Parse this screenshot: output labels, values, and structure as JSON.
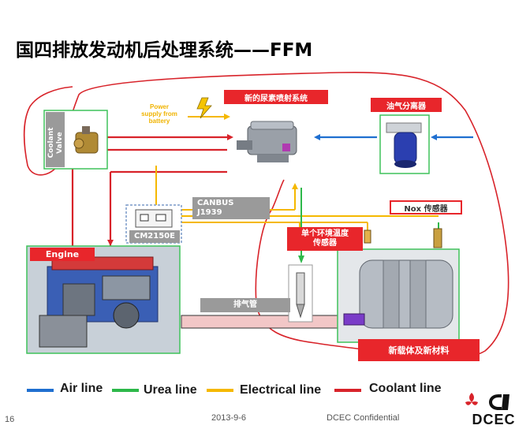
{
  "title": "国四排放发动机后处理系统——FFM",
  "labels": {
    "scr_system": "新的尿素喷射系统",
    "oil_separator": "油气分离器",
    "nox_sensor": "Nox 传感器",
    "temp_sensor_line1": "单个环境温度",
    "temp_sensor_line2": "传感器",
    "new_carrier": "新载体及新材料",
    "engine": "Engine",
    "exhaust_pipe": "排气管",
    "coolant_valve_line1": "Coolant",
    "coolant_valve_line2": "Valve",
    "power_line1": "Power",
    "power_line2": "supply from",
    "power_line3": "battery",
    "canbus_line1": "CANBUS",
    "canbus_line2": "J1939",
    "ecm": "CM2150E"
  },
  "legend": [
    {
      "label": "Air line",
      "color": "#1f6fd0"
    },
    {
      "label": "Urea line",
      "color": "#2db84a"
    },
    {
      "label": "Electrical line",
      "color": "#f5b800"
    },
    {
      "label": "Coolant line",
      "color": "#d8232a"
    }
  ],
  "footer": {
    "page": "16",
    "date": "2013-9-6",
    "confidential": "DCEC Confidential",
    "logo_text": "DCEC"
  }
}
